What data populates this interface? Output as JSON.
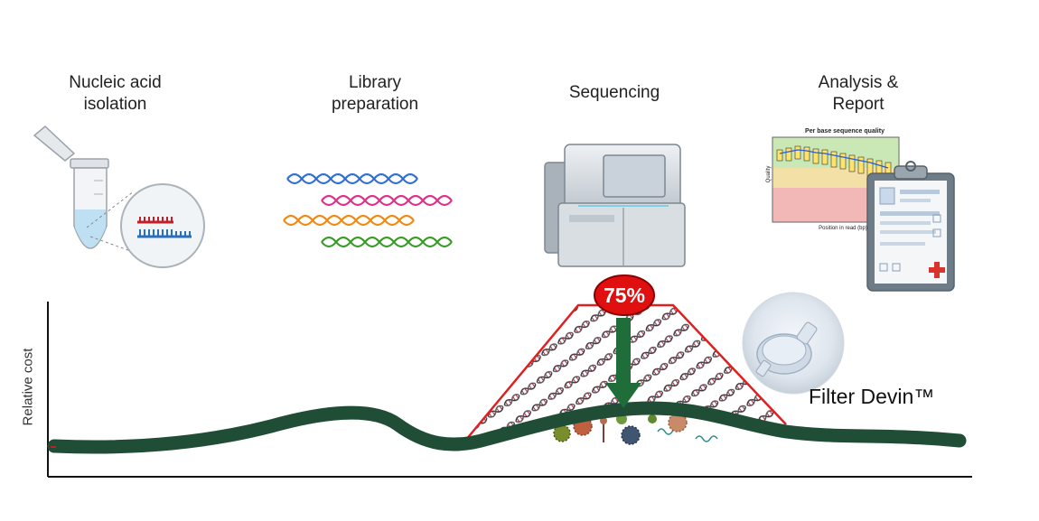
{
  "steps": [
    {
      "label": "Nucleic acid\nisolation"
    },
    {
      "label": "Library\npreparation"
    },
    {
      "label": "Sequencing"
    },
    {
      "label": "Analysis &\nReport"
    }
  ],
  "axis": {
    "ylabel": "Relative cost"
  },
  "peak": {
    "percent": "75%"
  },
  "product": {
    "name": "Filter Devin™"
  },
  "report_chart": {
    "title": "Per base sequence quality",
    "xlabel": "Position in read (bp)",
    "ylabel": "Quality"
  },
  "colors": {
    "curve": "#1f4d35",
    "arrow": "#1f6e3a",
    "peak_outline": "#e02020",
    "badge": "#e01010",
    "dna_blue": "#2f6fd6",
    "dna_pink": "#e0308a",
    "dna_orange": "#f08a10",
    "dna_green": "#3a9a2a"
  }
}
